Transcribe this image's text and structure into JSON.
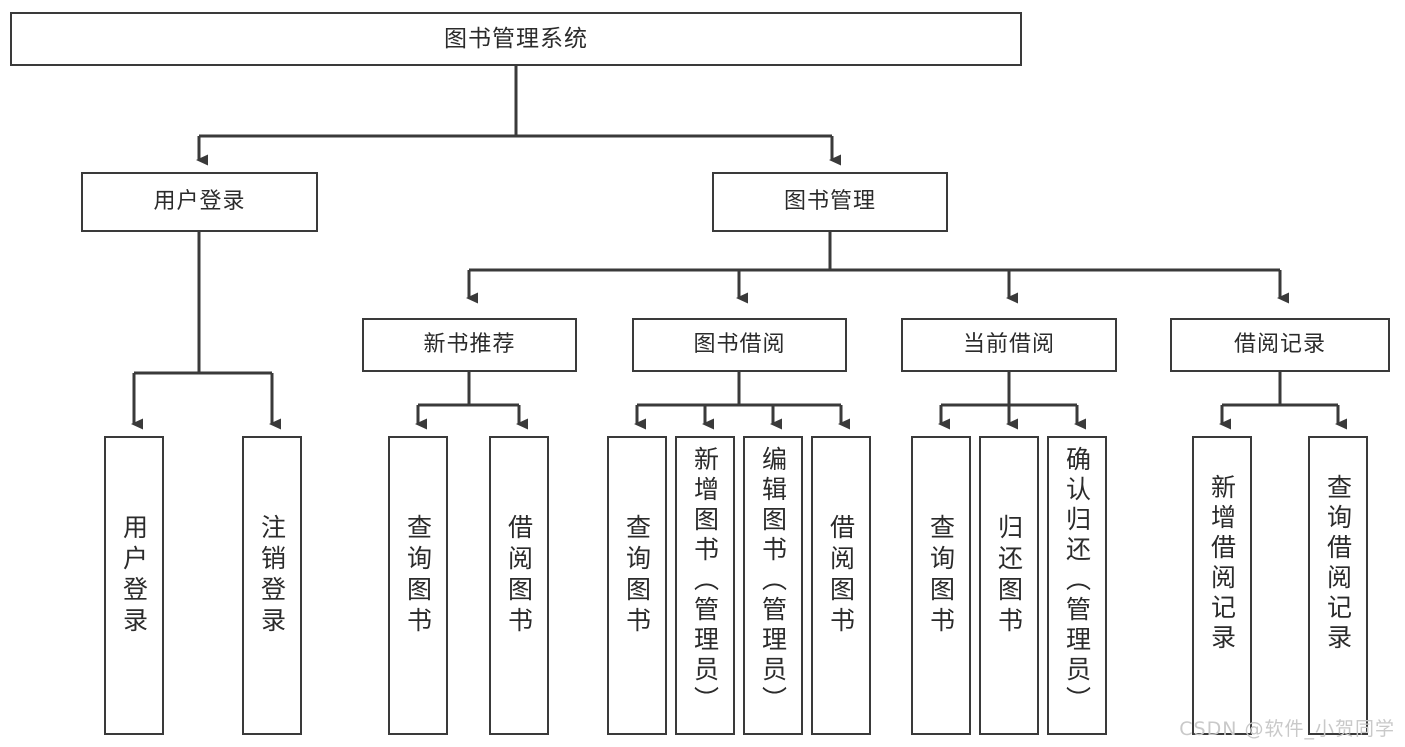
{
  "diagram": {
    "type": "tree",
    "title": "图书管理系统",
    "orientation": "top-down",
    "root": {
      "id": "root",
      "label": "图书管理系统"
    },
    "level1": [
      {
        "id": "user-login",
        "label": "用户登录"
      },
      {
        "id": "book-manage",
        "label": "图书管理"
      }
    ],
    "level2": [
      {
        "id": "new-book-rec",
        "label": "新书推荐",
        "parent": "book-manage"
      },
      {
        "id": "book-borrow",
        "label": "图书借阅",
        "parent": "book-manage"
      },
      {
        "id": "current-borrow",
        "label": "当前借阅",
        "parent": "book-manage"
      },
      {
        "id": "borrow-record",
        "label": "借阅记录",
        "parent": "book-manage"
      }
    ],
    "leaves": [
      {
        "id": "leaf-user-login",
        "label": "用户登录",
        "parent": "user-login"
      },
      {
        "id": "leaf-logout",
        "label": "注销登录",
        "parent": "user-login"
      },
      {
        "id": "leaf-query-book-1",
        "label": "查询图书",
        "parent": "new-book-rec"
      },
      {
        "id": "leaf-borrow-book-1",
        "label": "借阅图书",
        "parent": "new-book-rec"
      },
      {
        "id": "leaf-query-book-2",
        "label": "查询图书",
        "parent": "book-borrow"
      },
      {
        "id": "leaf-add-book",
        "label": "新增图书（管理员）",
        "parent": "book-borrow"
      },
      {
        "id": "leaf-edit-book",
        "label": "编辑图书（管理员）",
        "parent": "book-borrow"
      },
      {
        "id": "leaf-borrow-book-2",
        "label": "借阅图书",
        "parent": "book-borrow"
      },
      {
        "id": "leaf-query-book-3",
        "label": "查询图书",
        "parent": "current-borrow"
      },
      {
        "id": "leaf-return-book",
        "label": "归还图书",
        "parent": "current-borrow"
      },
      {
        "id": "leaf-confirm-return",
        "label": "确认归还（管理员）",
        "parent": "current-borrow"
      },
      {
        "id": "leaf-add-record",
        "label": "新增借阅记录",
        "parent": "borrow-record"
      },
      {
        "id": "leaf-query-record",
        "label": "查询借阅记录",
        "parent": "borrow-record"
      }
    ]
  },
  "colors": {
    "stroke": "#3a3a3a",
    "fill": "#ffffff",
    "text": "#2b2b2b",
    "watermark": "#c9c9c9"
  },
  "watermark": {
    "text": "CSDN @软件_小贺同学"
  }
}
